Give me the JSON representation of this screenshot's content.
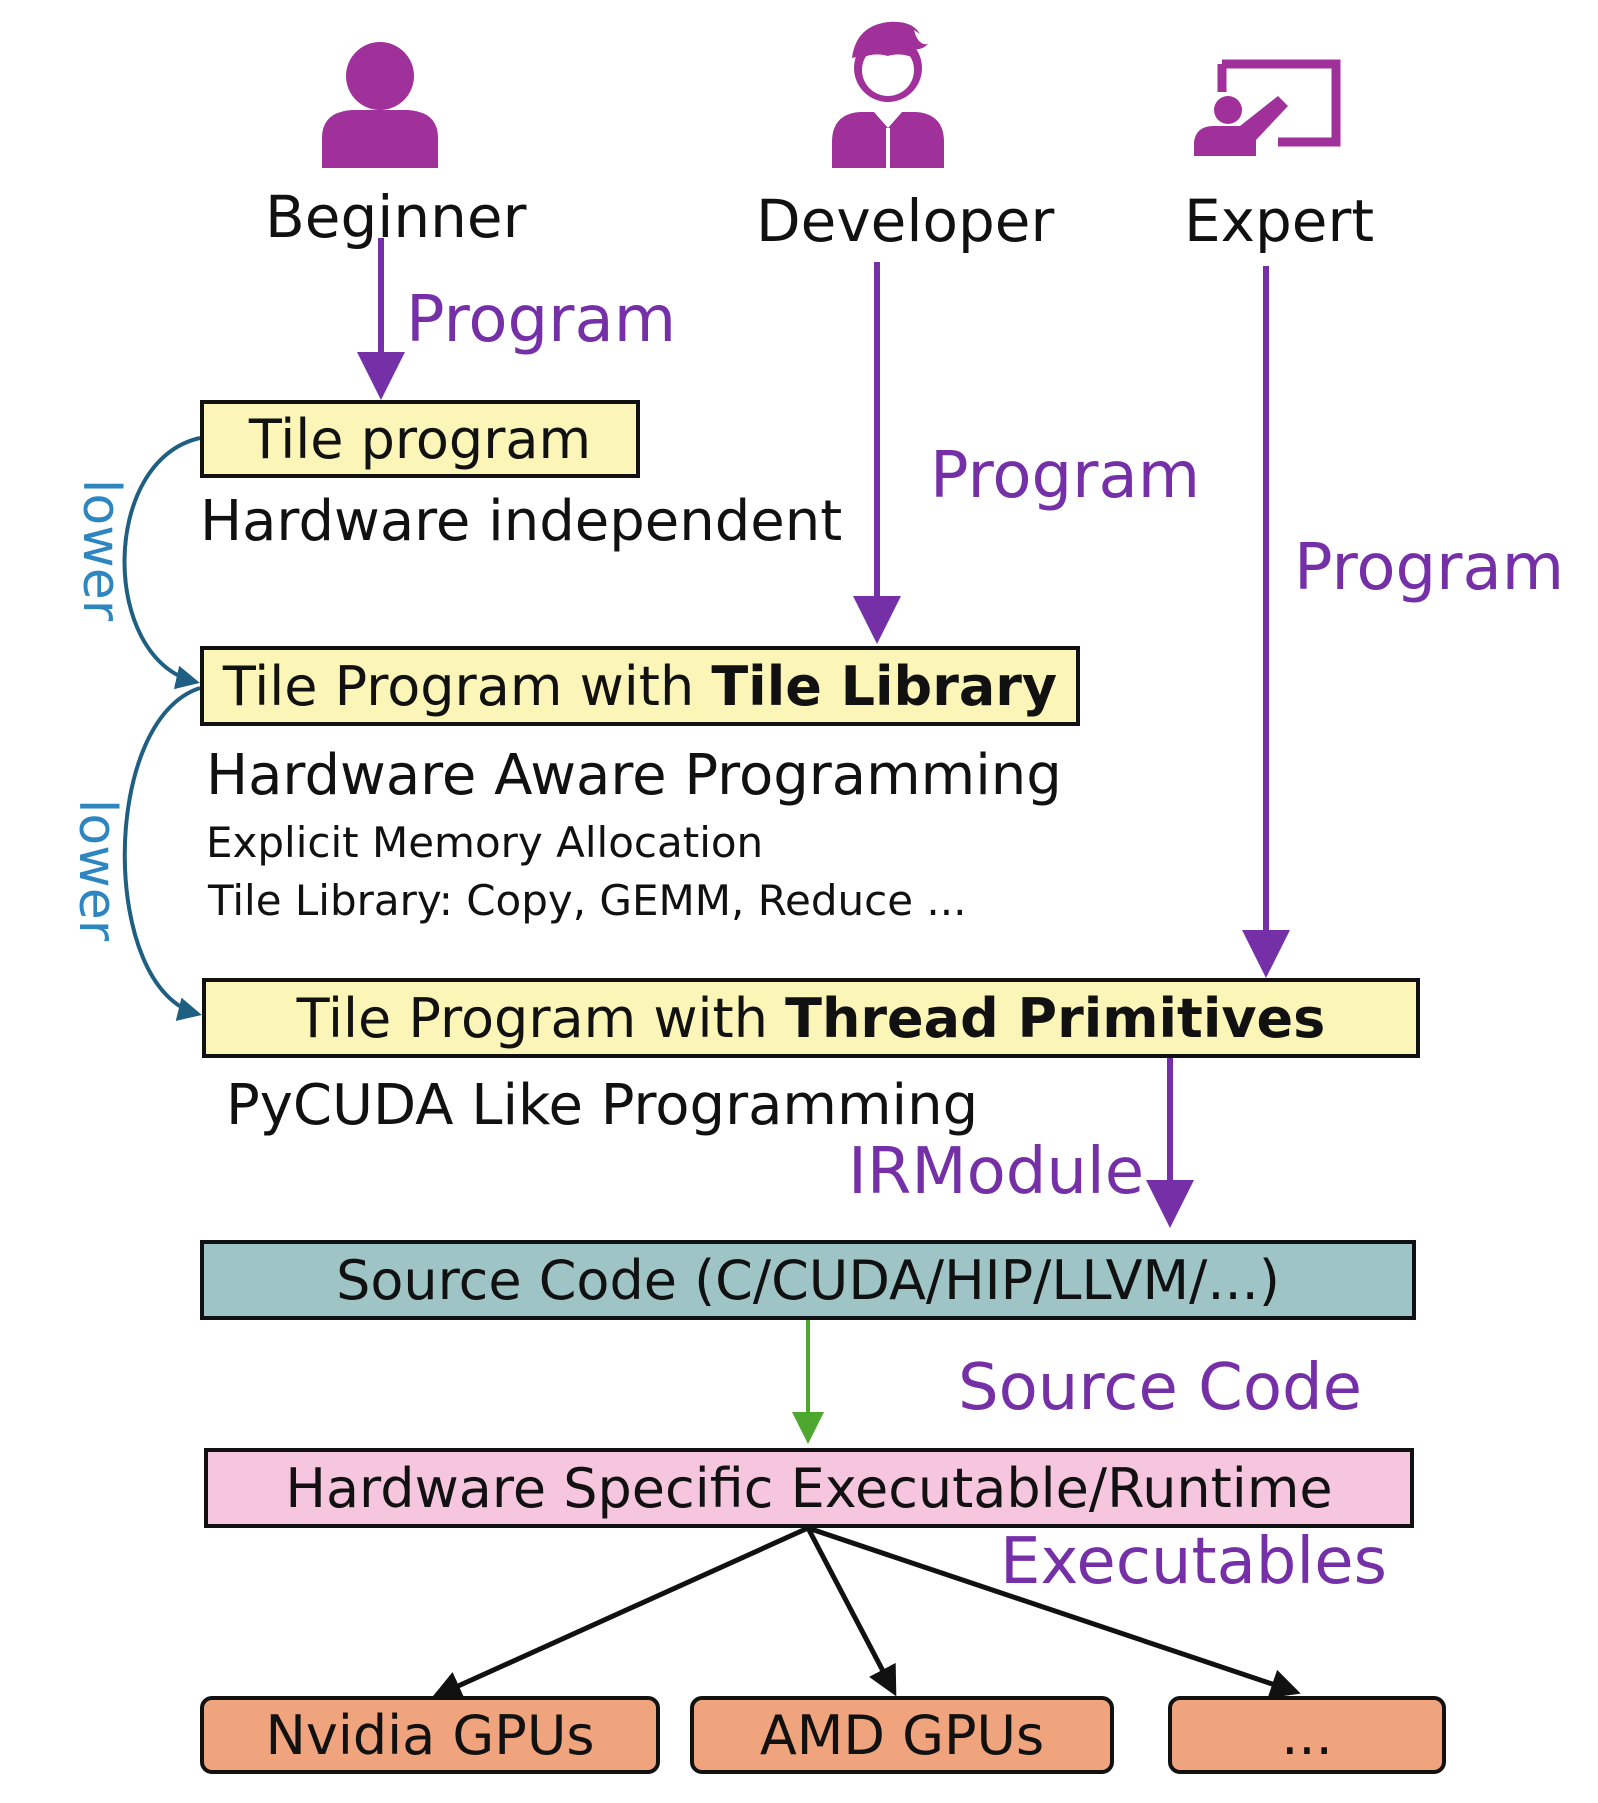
{
  "personas": {
    "beginner": {
      "label": "Beginner",
      "icon": "person-icon"
    },
    "developer": {
      "label": "Developer",
      "icon": "developer-icon"
    },
    "expert": {
      "label": "Expert",
      "icon": "presenter-icon"
    }
  },
  "edges": {
    "beginner_program": "Program",
    "developer_program": "Program",
    "expert_program": "Program",
    "irmodule": "IRModule",
    "source_code": "Source Code",
    "executables": "Executables",
    "lower_1": "lower",
    "lower_2": "lower"
  },
  "boxes": {
    "tile_program": "Tile program",
    "tile_library_prefix": "Tile Program with ",
    "tile_library_bold": "Tile Library",
    "thread_prefix": "Tile Program with ",
    "thread_bold": "Thread Primitives",
    "source": "Source Code (C/CUDA/HIP/LLVM/...)",
    "runtime": "Hardware Specific Executable/Runtime",
    "nvidia": "Nvidia GPUs",
    "amd": "AMD GPUs",
    "more": "..."
  },
  "notes": {
    "hw_independent": "Hardware independent",
    "hw_aware": "Hardware Aware Programming",
    "explicit_mem": "Explicit Memory Allocation",
    "tile_lib_ops": "Tile Library: Copy, GEMM, Reduce ...",
    "pycuda": "PyCUDA Like Programming"
  },
  "colors": {
    "purple": "#7530a8",
    "icon_purple": "#a0309a",
    "blue": "#2e86c1",
    "curve": "#1f5f82",
    "green": "#4ea72e",
    "yellow": "#fbf6b8",
    "teal": "#9fc4c6",
    "pink": "#f6c6df",
    "orange": "#efa47d"
  }
}
